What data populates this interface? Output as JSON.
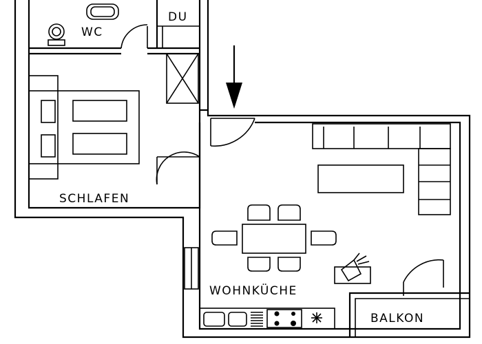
{
  "rooms": {
    "wc": "WC",
    "du": "DU",
    "schlafen": "SCHLAFEN",
    "wohnkueche": "WOHNKÜCHE",
    "balkon": "BALKON"
  },
  "colors": {
    "line": "#000000",
    "background": "#ffffff"
  },
  "icons": {
    "entrance": "arrow-down-icon",
    "plant": "plant-icon",
    "stove": "stove-icon",
    "sink": "sink-icon"
  }
}
